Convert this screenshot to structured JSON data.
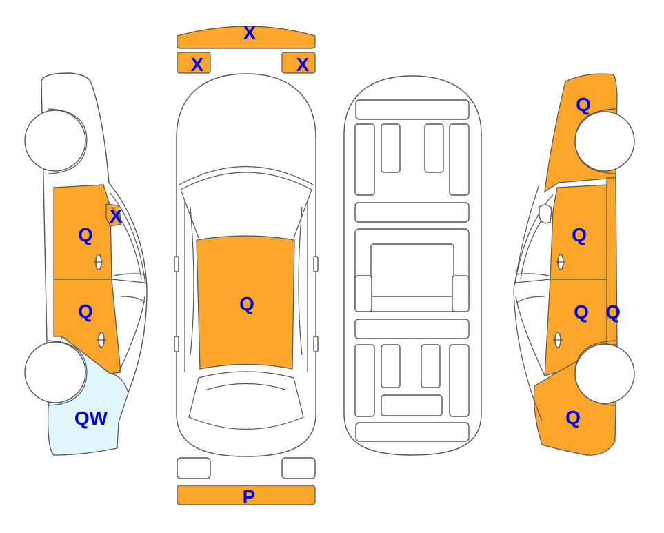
{
  "colors": {
    "damaged": "#FCA72C",
    "light": "#E2F7FD",
    "outline": "#555555",
    "code_text": "#0000E6"
  },
  "codes": {
    "front_bumper": "X",
    "left_headlight": "X",
    "right_headlight": "X",
    "left_mirror": "X",
    "hood": "Q",
    "rear_bumper": "P",
    "left_front_door": "Q",
    "left_rear_door": "Q",
    "left_rear_quarter": "QW",
    "right_front_fender": "Q",
    "right_front_door": "Q",
    "right_rear_door": "Q",
    "right_rocker": "Q",
    "right_rear_quarter": "Q"
  }
}
